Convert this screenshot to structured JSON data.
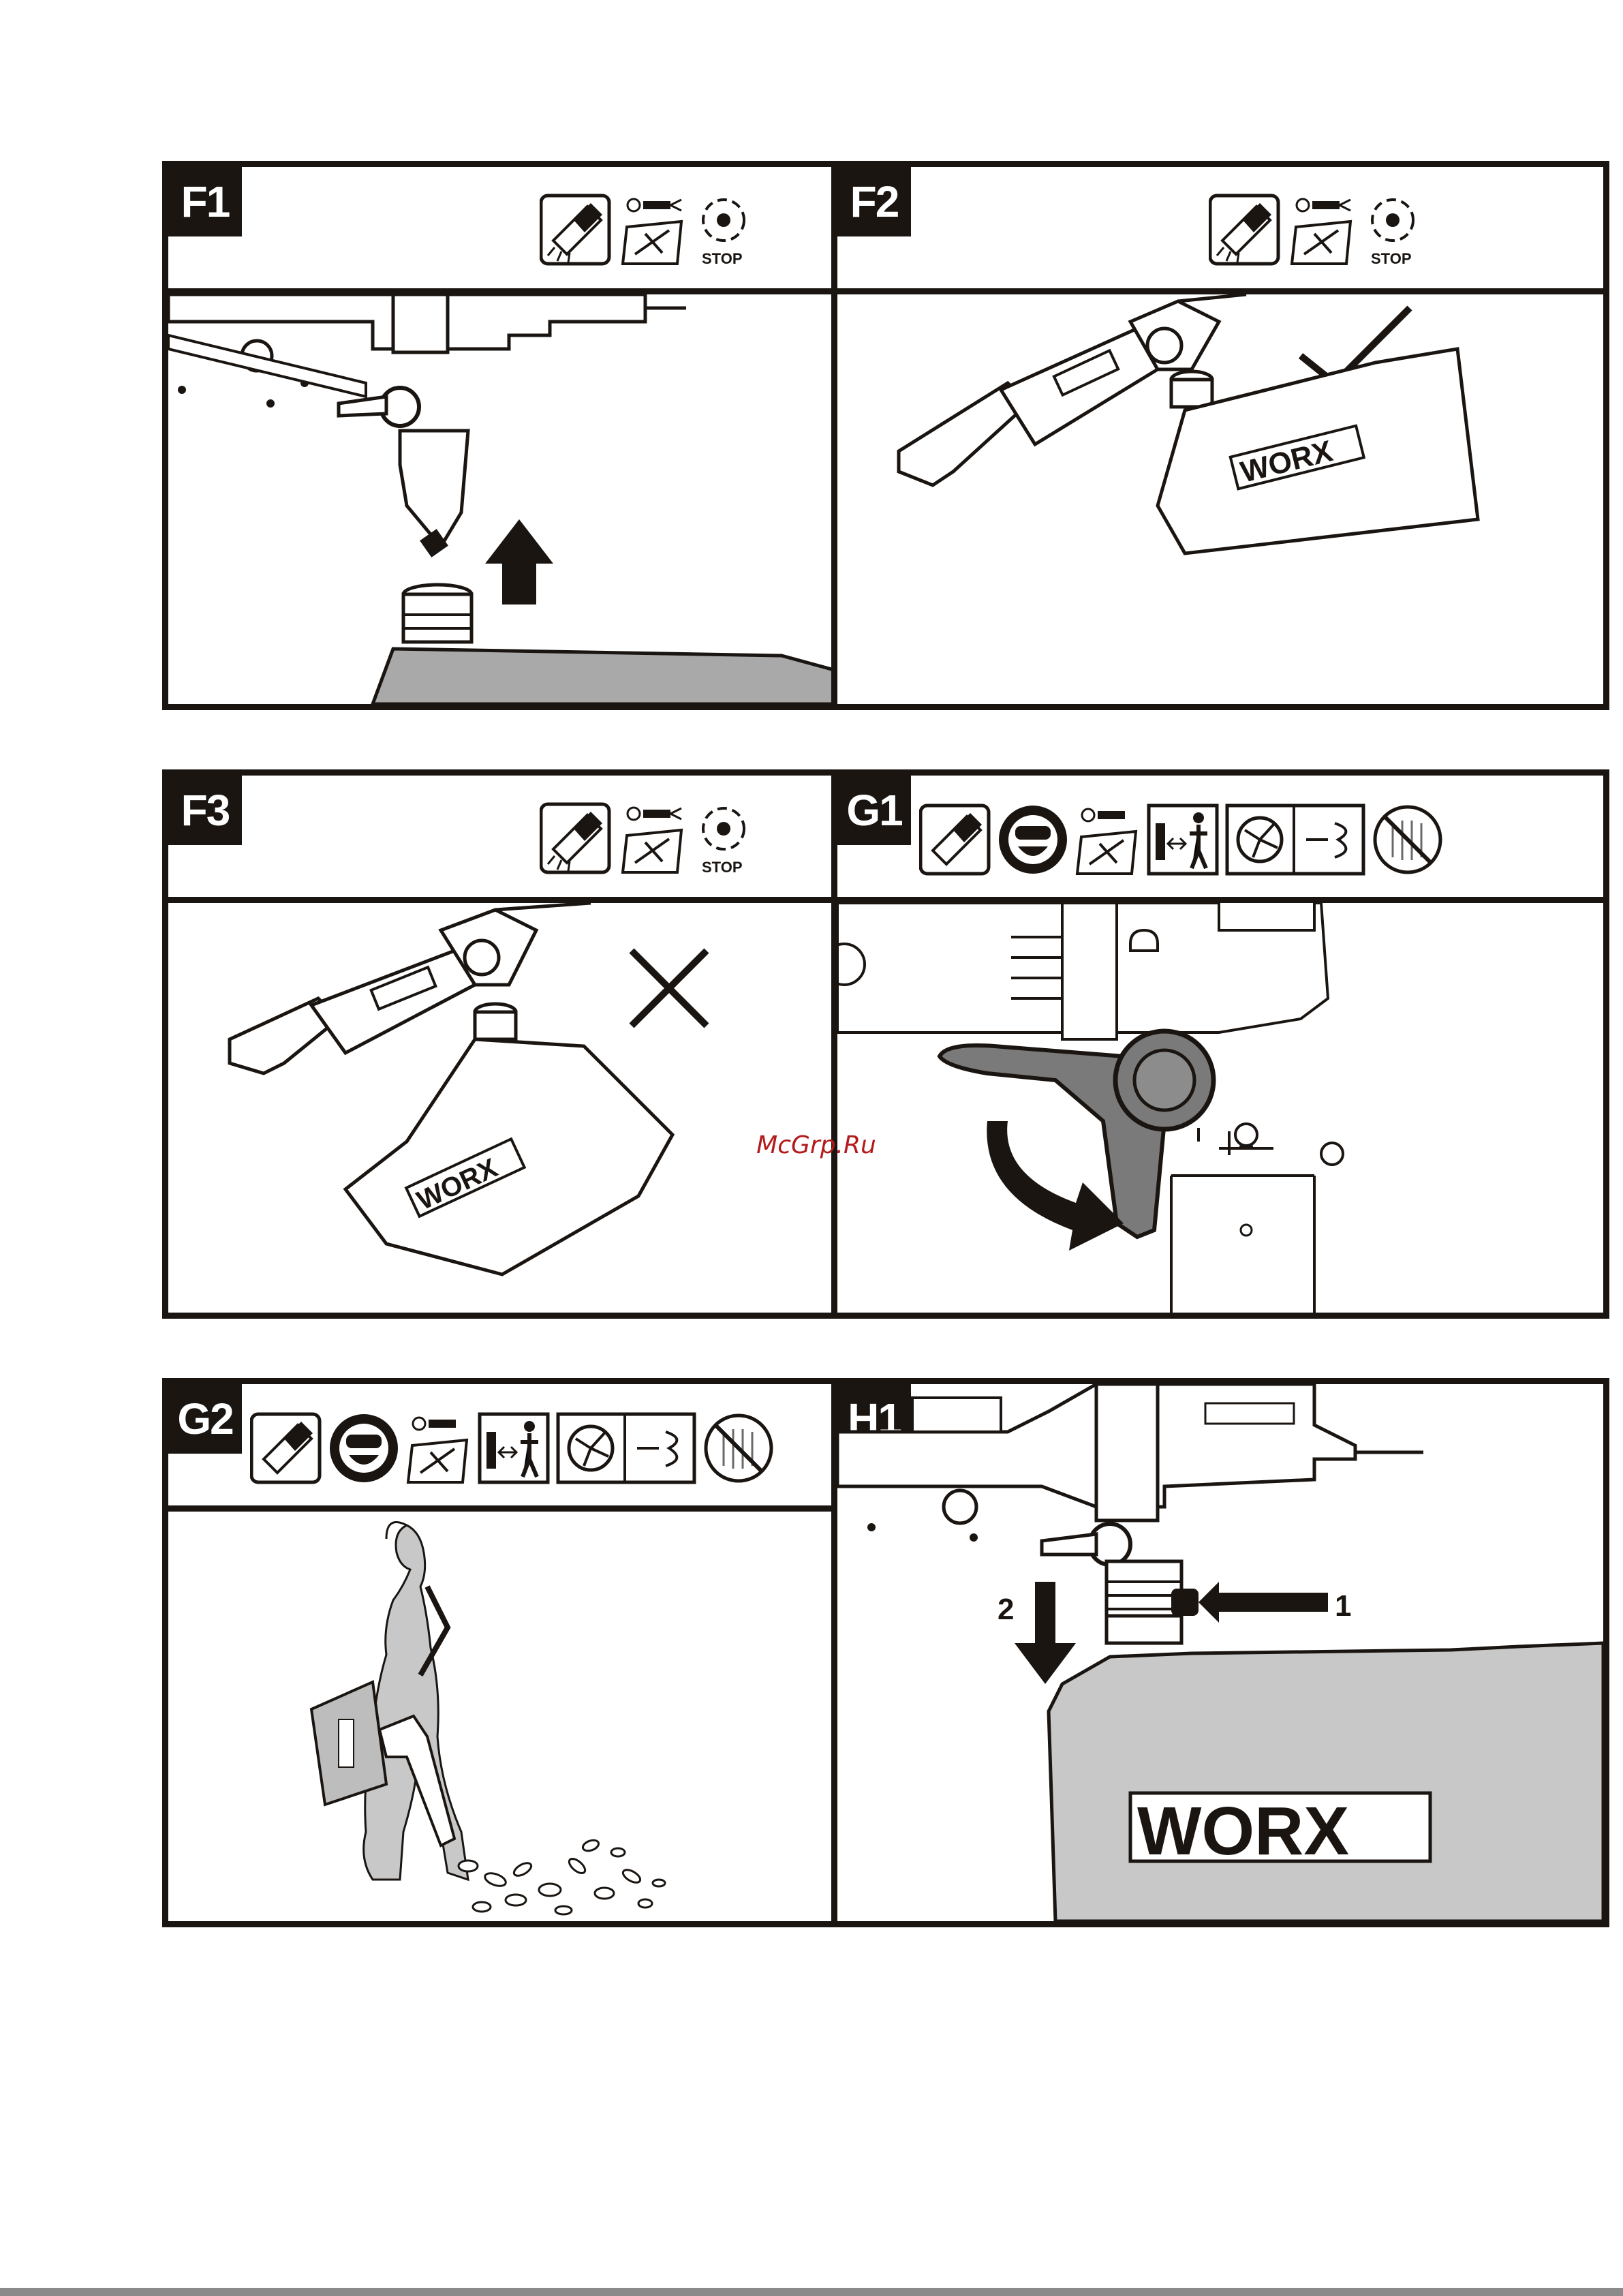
{
  "panels": {
    "f1": {
      "label": "F1",
      "stop": "STOP"
    },
    "f2": {
      "label": "F2",
      "stop": "STOP",
      "brand": "WORX",
      "mark": "correct"
    },
    "f3": {
      "label": "F3",
      "stop": "STOP",
      "brand": "WORX",
      "mark": "incorrect"
    },
    "g1": {
      "label": "G1"
    },
    "g2": {
      "label": "G2"
    },
    "h1": {
      "label": "H1",
      "brand": "WORX",
      "step1": "1",
      "step2": "2"
    }
  },
  "watermark": "McGrp.Ru",
  "colors": {
    "ink": "#1a1511",
    "fill_gray": "#c8c8c8",
    "knob_gray": "#7a7a7a",
    "watermark": "#b31b1b"
  },
  "icons": {
    "f_row": [
      "blower-nozzle-icon",
      "unplug-manual-icon",
      "stop-blade-icon"
    ],
    "g_row": [
      "blower-nozzle-icon",
      "face-mask-icon",
      "unplug-manual-icon",
      "distance-bystander-icon",
      "debris-impeller-icon",
      "no-rain-icon"
    ]
  }
}
